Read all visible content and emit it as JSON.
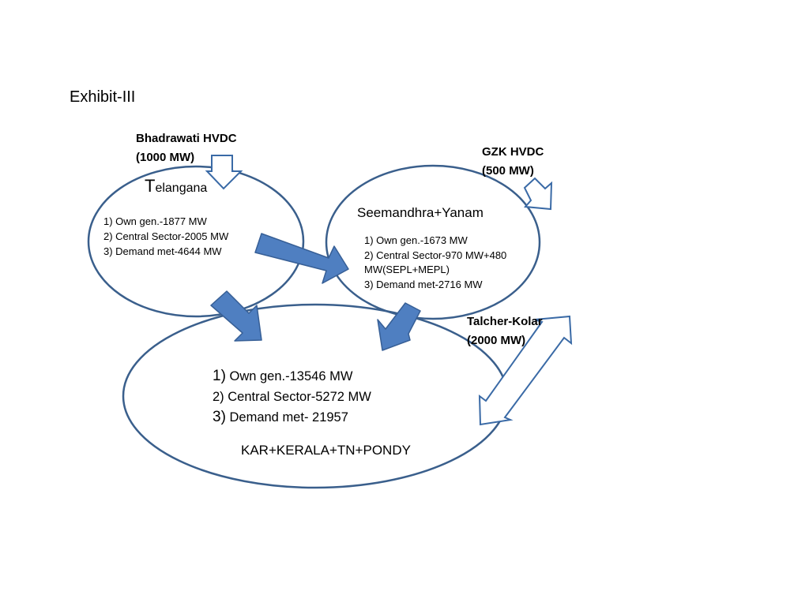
{
  "title": "Exhibit-III",
  "links": {
    "bhadrawati": {
      "name": "Bhadrawati HVDC",
      "capacity": "(1000 MW)"
    },
    "gzk": {
      "name": "GZK HVDC",
      "capacity": "(500 MW)"
    },
    "talcher": {
      "name": "Talcher-Kolar",
      "capacity": "(2000 MW)"
    }
  },
  "regions": {
    "telangana": {
      "name_first": "T",
      "name_rest": "elangana",
      "stats": [
        "1) Own gen.-1877 MW",
        "2) Central Sector-2005 MW",
        "3) Demand met-4644 MW"
      ]
    },
    "seemandhra": {
      "name": "Seemandhra+Yanam",
      "stats": [
        "1) Own gen.-1673 MW",
        "2) Central Sector-970 MW+480",
        "MW(SEPL+MEPL)",
        "3) Demand met-2716 MW"
      ]
    },
    "south": {
      "name": "KAR+KERALA+TN+PONDY",
      "stats": [
        {
          "num": "1)",
          "text": " Own gen.-13546 MW"
        },
        {
          "num": "",
          "text": "2) Central Sector-5272 MW"
        },
        {
          "num": "3)",
          "text": " Demand met- 21957"
        }
      ]
    }
  },
  "colors": {
    "ellipse_stroke": "#3a5f8c",
    "arrow_fill": "#4f7fc1",
    "arrow_stroke": "#375f96",
    "outline_arrow_stroke": "#3a6aa6",
    "background": "#ffffff"
  }
}
